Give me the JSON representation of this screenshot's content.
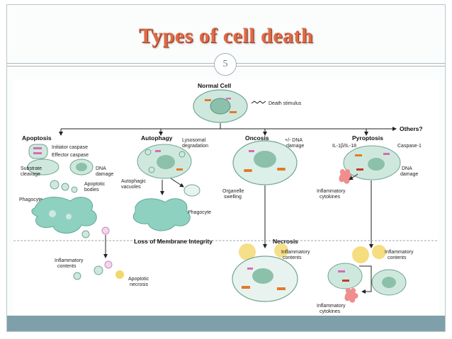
{
  "slide": {
    "title": "Types of cell death",
    "page_number": "5"
  },
  "diagram": {
    "normal_cell": "Normal Cell",
    "death_stimulus": "Death stimulus",
    "others": "Others?",
    "apoptosis": {
      "title": "Apoptosis",
      "initiator_caspase": "Initiator caspase",
      "effector_caspase": "Effector caspase",
      "substrate_cleavage_1": "Substrate",
      "substrate_cleavage_2": "cleavage",
      "dna_damage_1": "DNA",
      "dna_damage_2": "damage",
      "apoptotic_bodies_1": "Apoptotic",
      "apoptotic_bodies_2": "bodies",
      "phagocyte": "Phagocyte"
    },
    "autophagy": {
      "title": "Autophagy",
      "lysosomal_degradation_1": "Lysosomal",
      "lysosomal_degradation_2": "degradation",
      "autophagic_vacuoles_1": "Autophagic",
      "autophagic_vacuoles_2": "vacuoles",
      "phagocyte": "Phagocyte"
    },
    "oncosis": {
      "title": "Oncosis",
      "dna_damage_1": "+/- DNA",
      "dna_damage_2": "damage",
      "organelle_swelling_1": "Organelle",
      "organelle_swelling_2": "swelling"
    },
    "pyroptosis": {
      "title": "Pyroptosis",
      "il": "IL-1β/IL-18",
      "caspase1": "Caspase-1",
      "dna_damage_1": "DNA",
      "dna_damage_2": "damage",
      "inflammatory_cytokines_1": "Inflammatory",
      "inflammatory_cytokines_2": "cytokines"
    },
    "loss_membrane": "Loss of Membrane Integrity",
    "necrosis": {
      "title": "Necrosis",
      "inflammatory_contents_1": "Inflammatory",
      "inflammatory_contents_2": "contents"
    },
    "bottom_left": {
      "inflammatory_contents_1": "Inflammatory",
      "inflammatory_contents_2": "contents",
      "apoptotic_necrosis_1": "Apoptotic",
      "apoptotic_necrosis_2": "necrosis"
    },
    "bottom_right": {
      "inflammatory_contents_1": "Inflammatory",
      "inflammatory_contents_2": "contents",
      "inflammatory_cytokines_1": "Inflammatory",
      "inflammatory_cytokines_2": "cytokines"
    }
  },
  "colors": {
    "title": "#e06a45",
    "cell_fill": "#cfe8de",
    "cell_stroke": "#6fa592",
    "nucleus": "#8cc0ab",
    "phagocyte": "#8fd1c0",
    "mito": "#e07a2c",
    "pink": "#d96bb4",
    "inflammation": "#f3d76a",
    "footer": "#7fa0aa"
  }
}
